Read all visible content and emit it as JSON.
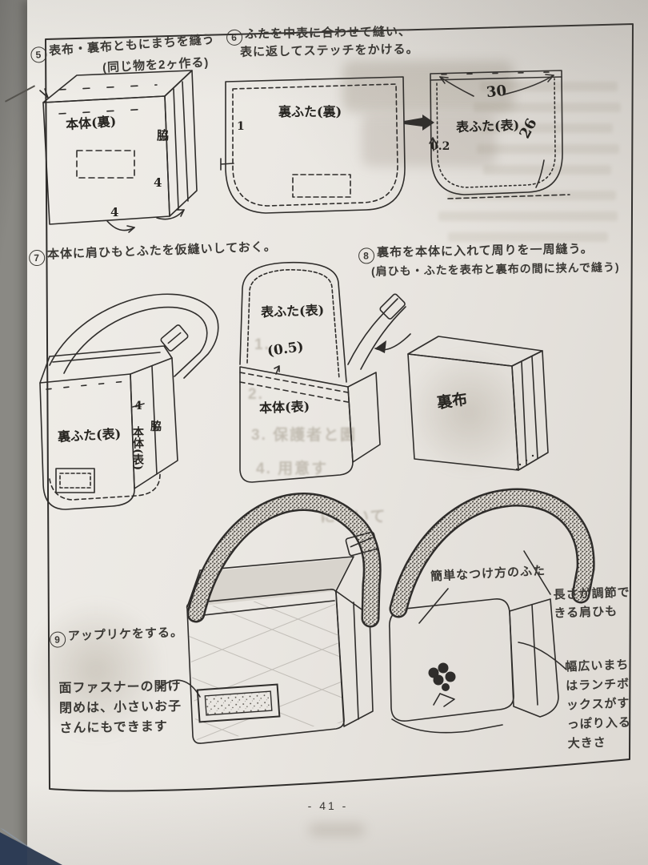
{
  "page_number": "- 41 -",
  "steps": {
    "s5": {
      "number": "5",
      "title": "表布・裏布ともにまちを縫う",
      "subtitle": "(同じ物を2ヶ作る)",
      "labels": {
        "body": "本体(裏)",
        "side": "脇",
        "dim_a": "4",
        "dim_b": "4"
      }
    },
    "s6": {
      "number": "6",
      "title_line1": "ふたを中表に合わせて縫い、",
      "title_line2": "表に返してステッチをかける。",
      "labels": {
        "lining_flap": "裏ふた(裏)",
        "seam": "1",
        "outer_flap": "表ふた(表)",
        "width": "30",
        "height": "26",
        "stitch": "0.2"
      }
    },
    "s7": {
      "number": "7",
      "title": "本体に肩ひもとふたを仮縫いしておく。",
      "labels": {
        "flap": "裏ふた(表)",
        "body": "本体(表)",
        "side": "脇",
        "dim": "4"
      }
    },
    "s8": {
      "number": "8",
      "title": "裏布を本体に入れて周りを一周縫う。",
      "subtitle": "(肩ひも・ふたを表布と裏布の間に挟んで縫う)",
      "labels": {
        "flap": "表ふた(表)",
        "gap": "(0.5)",
        "body": "本体(表)",
        "lining": "裏布"
      }
    },
    "s9": {
      "number": "9",
      "title": "アップリケをする。"
    }
  },
  "notes": {
    "velcro_lines": [
      "面ファスナーの開け",
      "閉めは、小さいお子",
      "さんにもできます"
    ],
    "flap": "簡単なつけ方のふた",
    "strap_lines": [
      "長さが調節で",
      "きる肩ひも"
    ],
    "gusset_lines": [
      "幅広いまち",
      "はランチボ",
      "ックスがす",
      "っぽり入る",
      "大きさ"
    ]
  },
  "bleed": {
    "items": [
      "1.",
      "2.",
      "3. 保護者と園",
      "4. 用意す",
      "について"
    ]
  },
  "colors": {
    "paper": "#eae7e2",
    "ink": "#2f2d2b",
    "backdrop": "#8a8984",
    "corner_navy": "#2d3c55"
  }
}
